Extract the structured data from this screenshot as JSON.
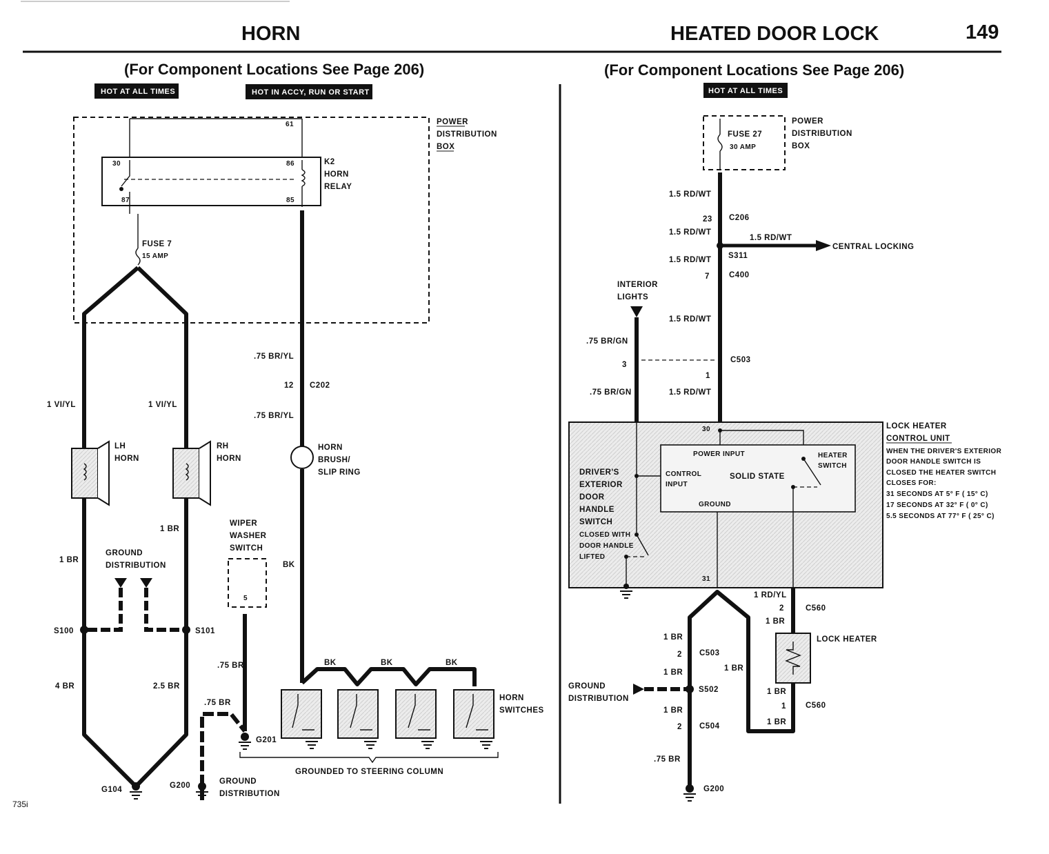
{
  "header": {
    "left_title": "HORN",
    "right_title": "HEATED DOOR LOCK",
    "page_number": "149",
    "left_subtitle": "(For Component Locations See Page 206)",
    "right_subtitle": "(For Component Locations See Page 206)",
    "model": "735i"
  },
  "horn": {
    "tag_hot_always": "HOT AT ALL TIMES",
    "tag_hot_accy": "HOT IN ACCY, RUN OR START",
    "pdb_label": [
      "POWER",
      "DISTRIBUTION",
      "BOX"
    ],
    "relay_label": [
      "K2",
      "HORN",
      "RELAY"
    ],
    "pin_61": "61",
    "pin_30": "30",
    "pin_86": "86",
    "pin_87": "87",
    "pin_85": "85",
    "fuse": [
      "FUSE 7",
      "15 AMP"
    ],
    "wire_br_yl_1": ".75 BR/YL",
    "wire_br_yl_2": ".75 BR/YL",
    "c202_pin": "12",
    "c202": "C202",
    "wire_vi_yl_left": "1 VI/YL",
    "wire_vi_yl_right": "1 VI/YL",
    "lh_horn": [
      "LH",
      "HORN"
    ],
    "rh_horn": [
      "RH",
      "HORN"
    ],
    "slip_ring": [
      "HORN",
      "BRUSH/",
      "SLIP RING"
    ],
    "wire_1br_left": "1 BR",
    "wire_1br_right": "1 BR",
    "ground_dist": [
      "GROUND",
      "DISTRIBUTION"
    ],
    "wiper_switch": [
      "WIPER",
      "WASHER",
      "SWITCH"
    ],
    "wiper_pin": "5",
    "wire_bk": "BK",
    "s100": "S100",
    "s101": "S101",
    "wire_4br": "4 BR",
    "wire_25br": "2.5 BR",
    "wire_75br_a": ".75 BR",
    "wire_75br_b": ".75 BR",
    "bk_1": "BK",
    "bk_2": "BK",
    "bk_3": "BK",
    "horn_switches": [
      "HORN",
      "SWITCHES"
    ],
    "g201": "G201",
    "g104": "G104",
    "g200": "G200",
    "ground_dist_bottom": [
      "GROUND",
      "DISTRIBUTION"
    ],
    "steering_col": "GROUNDED TO STEERING COLUMN"
  },
  "doorlock": {
    "tag_hot_always": "HOT AT ALL TIMES",
    "pdb_label": [
      "POWER",
      "DISTRIBUTION",
      "BOX"
    ],
    "fuse": [
      "FUSE 27",
      "30 AMP"
    ],
    "wire_15rdwt": "1.5 RD/WT",
    "c206_pin": "23",
    "c206": "C206",
    "wire_15rdwt_2": "1.5 RD/WT",
    "wire_15rdwt_branch": "1.5 RD/WT",
    "central_locking": "CENTRAL LOCKING",
    "wire_15rdwt_3": "1.5 RD/WT",
    "s311": "S311",
    "c400_pin": "7",
    "c400": "C400",
    "interior_lights": [
      "INTERIOR",
      "LIGHTS"
    ],
    "wire_15rdwt_4": "1.5 RD/WT",
    "wire_75brgn_1": ".75 BR/GN",
    "pin_3": "3",
    "c503": "C503",
    "pin_1": "1",
    "wire_75brgn_2": ".75 BR/GN",
    "wire_15rdwt_5": "1.5 RD/WT",
    "lhcu_label": [
      "LOCK HEATER",
      "CONTROL UNIT"
    ],
    "lhcu_note": [
      "WHEN THE DRIVER'S EXTERIOR",
      "DOOR HANDLE SWITCH IS",
      "CLOSED THE HEATER SWITCH",
      "CLOSES FOR:",
      "31 SECONDS AT 5° F ( 15° C)",
      "17 SECONDS AT 32° F ( 0° C)",
      "5.5 SECONDS AT 77° F ( 25° C)"
    ],
    "pin_30": "30",
    "power_input": "POWER INPUT",
    "heater_switch": [
      "HEATER",
      "SWITCH"
    ],
    "control_input": [
      "CONTROL",
      "INPUT"
    ],
    "solid_state": "SOLID STATE",
    "ground": "GROUND",
    "door_switch": [
      "DRIVER'S",
      "EXTERIOR",
      "DOOR",
      "HANDLE",
      "SWITCH"
    ],
    "door_switch_note": [
      "CLOSED WITH",
      "DOOR HANDLE",
      "LIFTED"
    ],
    "pin_31": "31",
    "wire_1rdyl": "1 RD/YL",
    "c560_pin_a": "2",
    "c560_a": "C560",
    "wire_1br_a": "1 BR",
    "lock_heater": "LOCK HEATER",
    "wire_1br_b": "1 BR",
    "c503b_pin": "2",
    "c503b": "C503",
    "wire_1br_c": "1 BR",
    "wire_1br_d": "1 BR",
    "ground_dist": [
      "GROUND",
      "DISTRIBUTION"
    ],
    "s502": "S502",
    "wire_1br_e": "1 BR",
    "c560_pin_b": "1",
    "c560_b": "C560",
    "wire_1br_f": "1 BR",
    "c504_pin": "2",
    "c504": "C504",
    "wire_1br_g": "1 BR",
    "wire_75br": ".75 BR",
    "g200": "G200"
  }
}
